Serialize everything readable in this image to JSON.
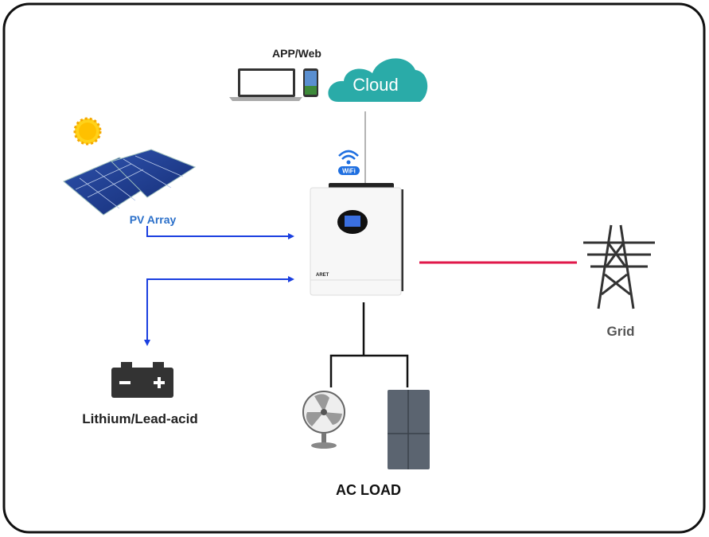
{
  "labels": {
    "app_web": "APP/Web",
    "cloud": "Cloud",
    "wifi": "WiFi",
    "pv_array": "PV Array",
    "battery": "Lithium/Lead-acid",
    "grid": "Grid",
    "ac_load": "AC LOAD",
    "inverter_brand": "ARET"
  },
  "colors": {
    "dc_line": "#1a3fe0",
    "grid_line": "#e0184a",
    "load_line": "#111111",
    "comm_line": "#9a9a9a",
    "cloud": "#2aaba8",
    "pv_label": "#2a6fc9"
  }
}
